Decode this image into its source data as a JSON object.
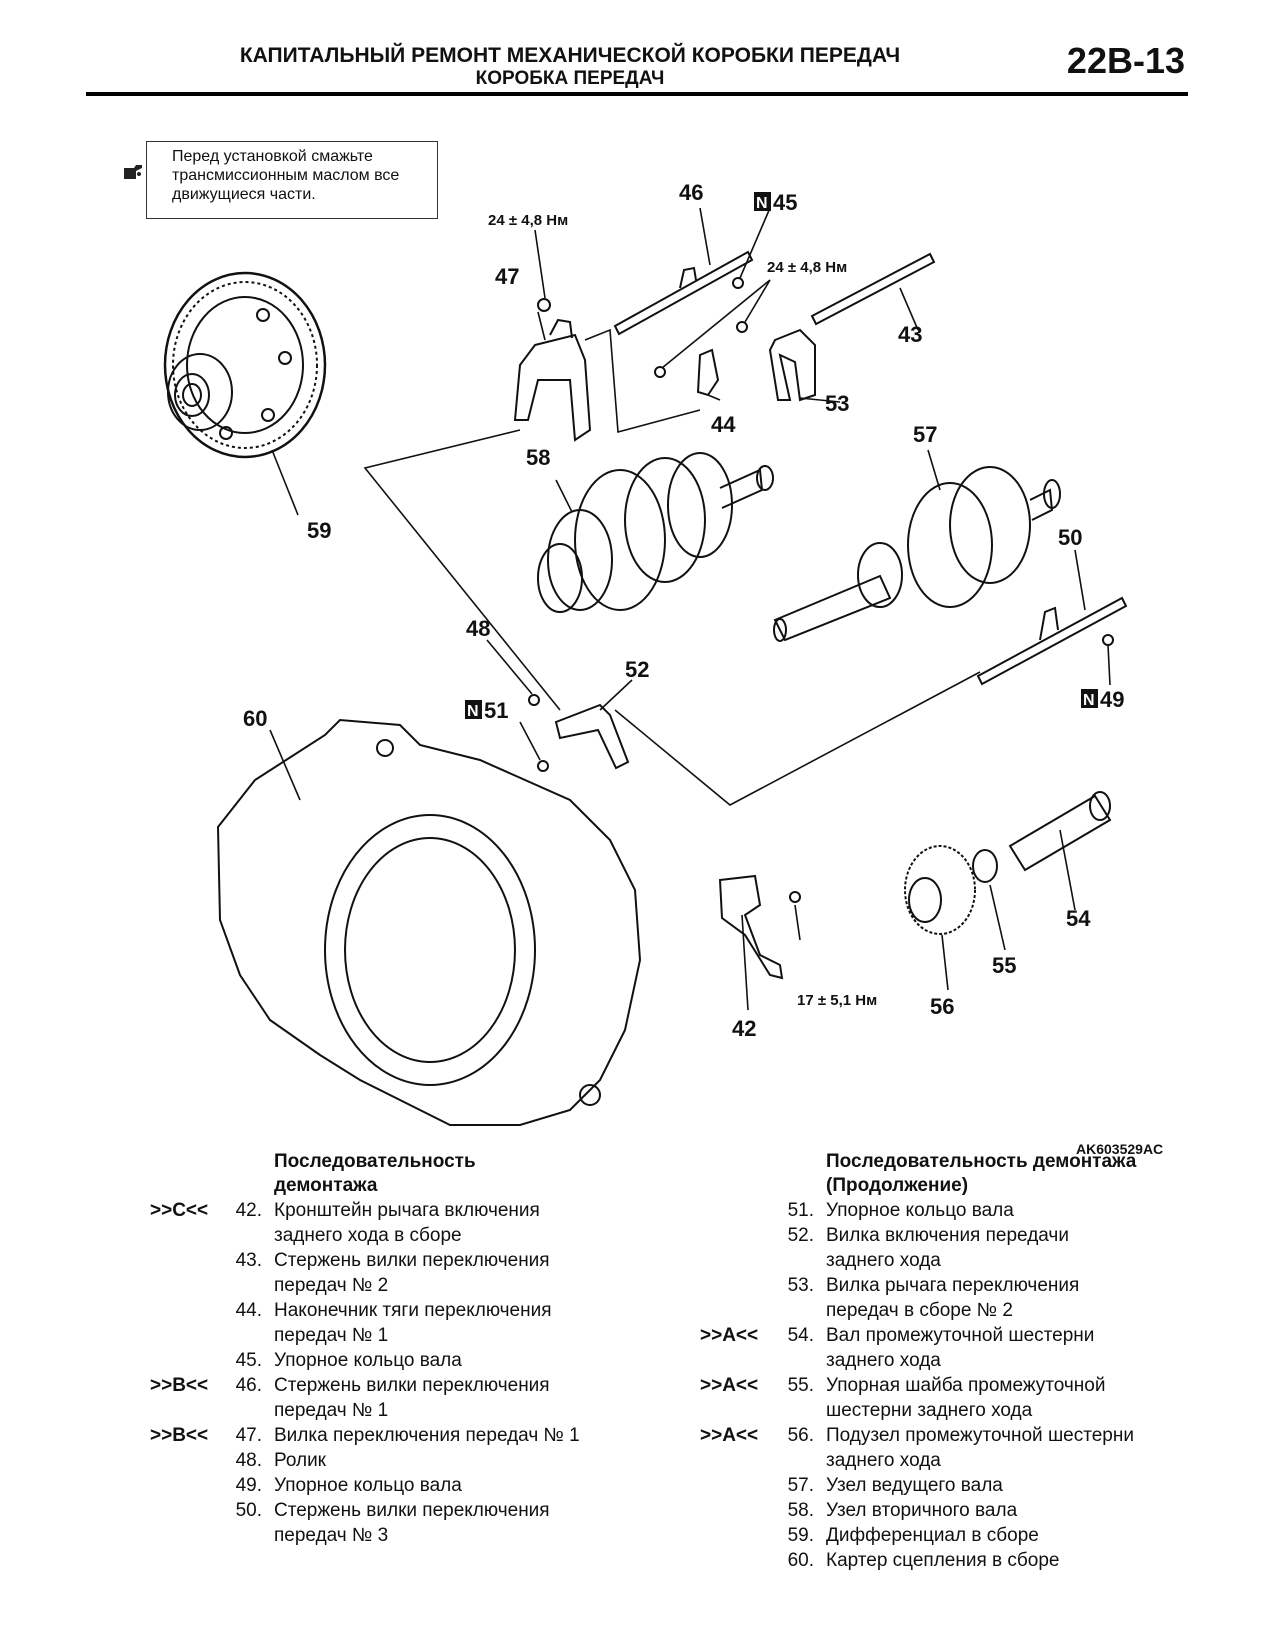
{
  "header": {
    "title": "КАПИТАЛЬНЫЙ РЕМОНТ МЕХАНИЧЕСКОЙ КОРОБКИ ПЕРЕДАЧ",
    "subtitle": "КОРОБКА ПЕРЕДАЧ",
    "page": "22B-13"
  },
  "note": {
    "icon": "oil-can-icon",
    "text_lines": [
      "Перед установкой смажьте",
      "трансмиссионным маслом все",
      "движущиеся части."
    ]
  },
  "diagram": {
    "callouts": {
      "c42": "42",
      "c43": "43",
      "c44": "44",
      "c45": "45",
      "c46": "46",
      "c47": "47",
      "c48": "48",
      "c49": "49",
      "c50": "50",
      "c51": "51",
      "c52": "52",
      "c53": "53",
      "c54": "54",
      "c55": "55",
      "c56": "56",
      "c57": "57",
      "c58": "58",
      "c59": "59",
      "c60": "60"
    },
    "badge_letter": "N",
    "torques": {
      "t1": "24 ± 4,8 Нм",
      "t2": "24 ± 4,8 Нм",
      "t3": "17 ± 5,1 Нм"
    },
    "figure_code": "AK603529AC"
  },
  "legend_left": {
    "heading_lines": [
      "Последовательность",
      "демонтажа"
    ],
    "items": [
      {
        "mark": ">>C<<",
        "num": "42.",
        "lines": [
          "Кронштейн рычага включения",
          "заднего хода в сборе"
        ]
      },
      {
        "mark": "",
        "num": "43.",
        "lines": [
          "Стержень вилки переключения",
          "передач № 2"
        ]
      },
      {
        "mark": "",
        "num": "44.",
        "lines": [
          "Наконечник тяги переключения",
          "передач № 1"
        ]
      },
      {
        "mark": "",
        "num": "45.",
        "lines": [
          "Упорное кольцо вала"
        ]
      },
      {
        "mark": ">>B<<",
        "num": "46.",
        "lines": [
          "Стержень вилки переключения",
          "передач № 1"
        ]
      },
      {
        "mark": ">>B<<",
        "num": "47.",
        "lines": [
          "Вилка переключения передач № 1"
        ]
      },
      {
        "mark": "",
        "num": "48.",
        "lines": [
          "Ролик"
        ]
      },
      {
        "mark": "",
        "num": "49.",
        "lines": [
          "Упорное кольцо вала"
        ]
      },
      {
        "mark": "",
        "num": "50.",
        "lines": [
          "Стержень вилки переключения",
          "передач № 3"
        ]
      }
    ]
  },
  "legend_right": {
    "heading_lines": [
      "Последовательность демонтажа",
      "(Продолжение)"
    ],
    "items": [
      {
        "mark": "",
        "num": "51.",
        "lines": [
          "Упорное кольцо вала"
        ]
      },
      {
        "mark": "",
        "num": "52.",
        "lines": [
          "Вилка включения передачи",
          "заднего хода"
        ]
      },
      {
        "mark": "",
        "num": "53.",
        "lines": [
          "Вилка рычага переключения",
          "передач в сборе № 2"
        ]
      },
      {
        "mark": ">>A<<",
        "num": "54.",
        "lines": [
          "Вал промежуточной шестерни",
          "заднего хода"
        ]
      },
      {
        "mark": ">>A<<",
        "num": "55.",
        "lines": [
          "Упорная шайба промежуточной",
          "шестерни заднего хода"
        ]
      },
      {
        "mark": ">>A<<",
        "num": "56.",
        "lines": [
          "Подузел промежуточной шестерни",
          "заднего хода"
        ]
      },
      {
        "mark": "",
        "num": "57.",
        "lines": [
          "Узел ведущего вала"
        ]
      },
      {
        "mark": "",
        "num": "58.",
        "lines": [
          "Узел вторичного вала"
        ]
      },
      {
        "mark": "",
        "num": "59.",
        "lines": [
          "Дифференциал в сборе"
        ]
      },
      {
        "mark": "",
        "num": "60.",
        "lines": [
          "Картер сцепления в сборе"
        ]
      }
    ]
  }
}
